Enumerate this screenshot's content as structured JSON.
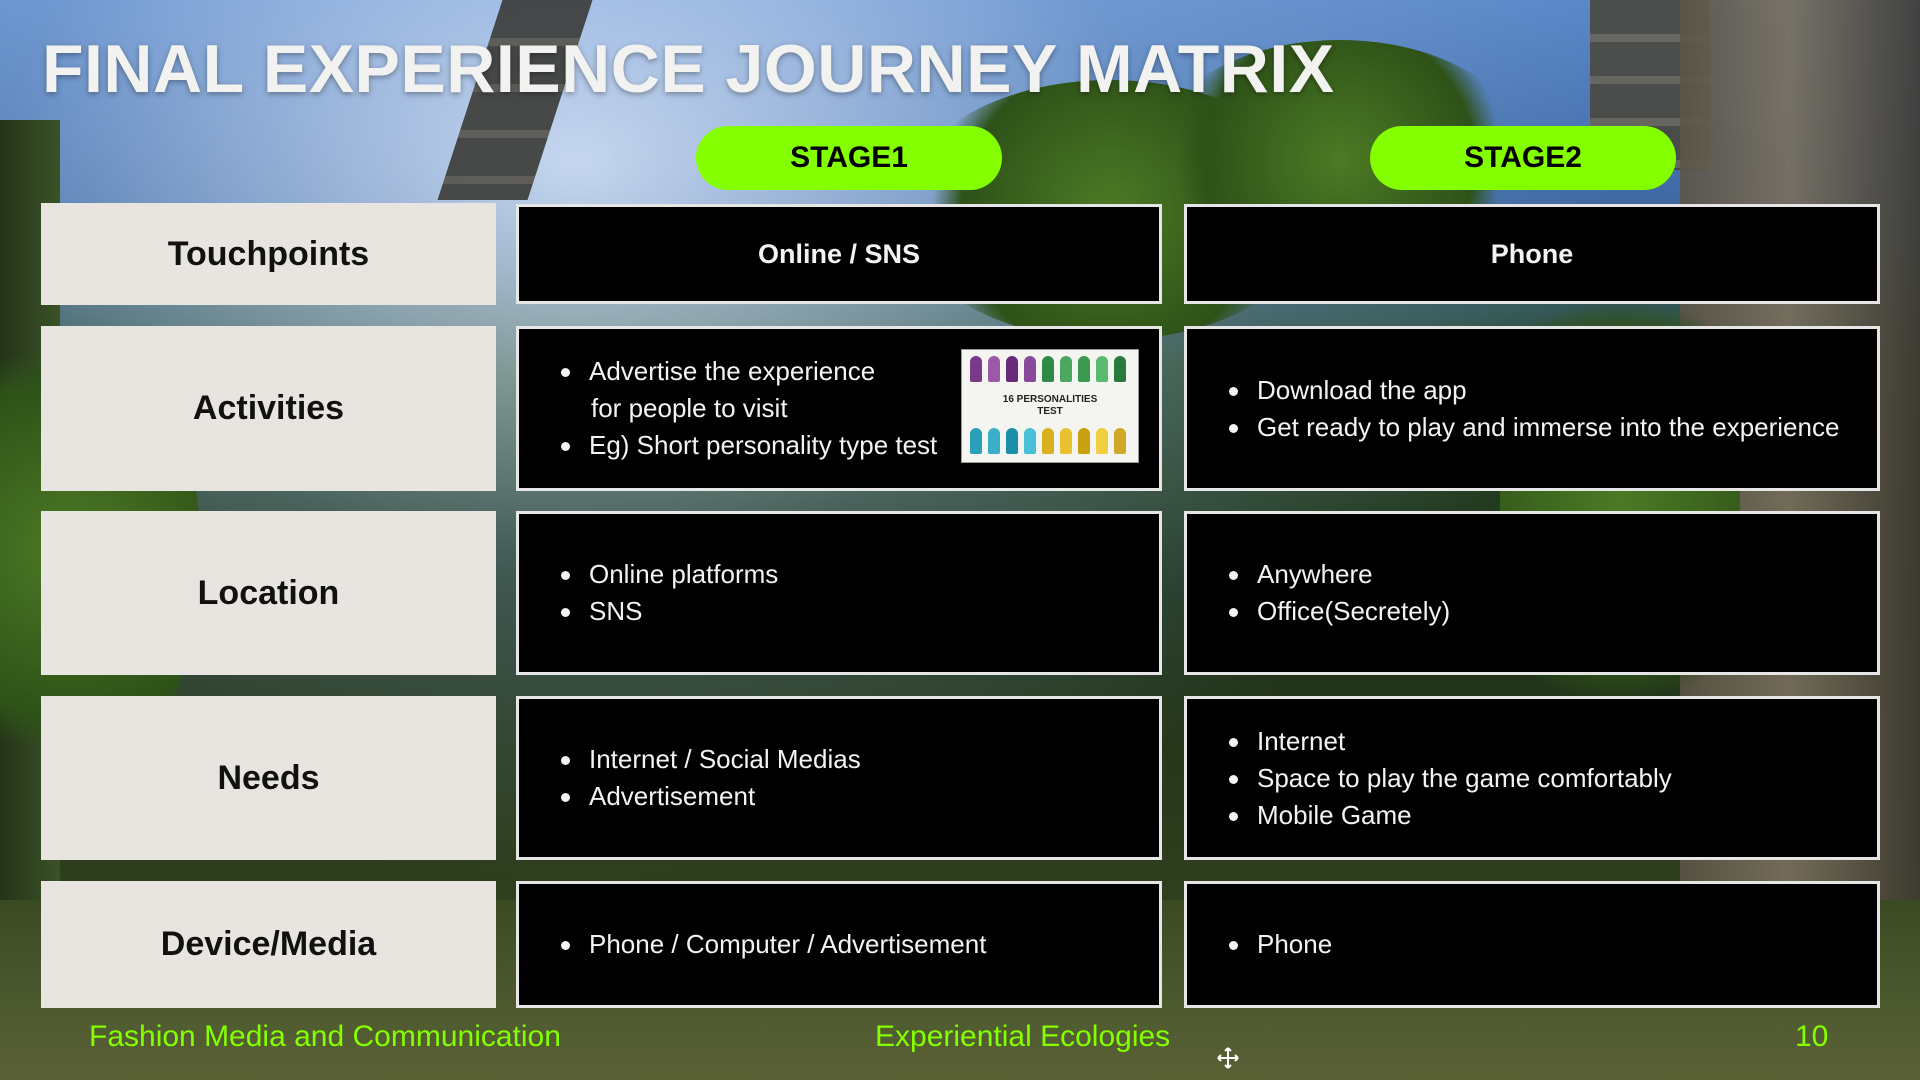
{
  "title": "FINAL EXPERIENCE JOURNEY MATRIX",
  "stages": [
    "STAGE1",
    "STAGE2"
  ],
  "accent_color": "#84ff00",
  "rows": [
    {
      "label": "Touchpoints",
      "stage1": "Online / SNS",
      "stage2": "Phone"
    },
    {
      "label": "Activities",
      "stage1": [
        "Advertise the experience",
        "for people to visit",
        "Eg) Short personality type test"
      ],
      "stage1_image_text": [
        "16 PERSONALITIES",
        "TEST"
      ],
      "stage2": [
        "Download the app",
        "Get ready to play and immerse into the experience"
      ]
    },
    {
      "label": "Location",
      "stage1": [
        "Online platforms",
        "SNS"
      ],
      "stage2": [
        "Anywhere",
        "Office(Secretely)"
      ]
    },
    {
      "label": "Needs",
      "stage1": [
        "Internet / Social Medias",
        "Advertisement"
      ],
      "stage2": [
        "Internet",
        "Space to play the game comfortably",
        "Mobile Game"
      ]
    },
    {
      "label": "Device/Media",
      "stage1": [
        "Phone / Computer / Advertisement"
      ],
      "stage2": [
        "Phone"
      ]
    }
  ],
  "footer": {
    "left": "Fashion Media and Communication",
    "center": "Experiential Ecologies",
    "page_number": "10"
  },
  "icons": [
    "move-cursor-icon"
  ]
}
